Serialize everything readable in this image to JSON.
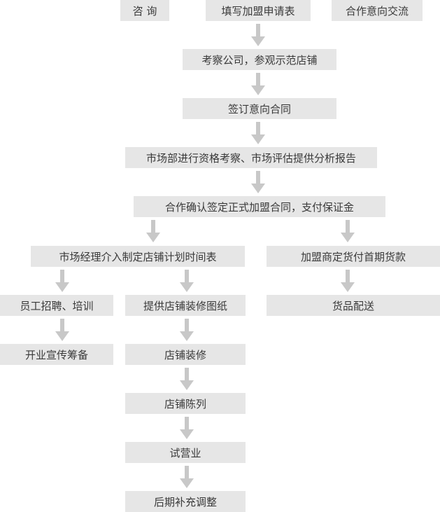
{
  "colors": {
    "box_bg": "#e6e6e6",
    "text": "#3a3a3a",
    "arrow": "#c8c8c8"
  },
  "steps": {
    "consult": "咨 询",
    "apply_form": "填写加盟申请表",
    "intent_exchange": "合作意向交流",
    "inspect": "考察公司，参观示范店铺",
    "sign_intent": "签订意向合同",
    "assessment": "市场部进行资格考察、市场评估提供分析报告",
    "formal_contract": "合作确认签定正式加盟合同，支付保证金",
    "schedule": "市场经理介入制定店铺计划时间表",
    "first_payment": "加盟商定货付首期货款",
    "recruit": "员工招聘、培训",
    "drawings": "提供店铺装修图纸",
    "delivery": "货品配送",
    "promotion": "开业宣传筹备",
    "decoration": "店铺装修",
    "display": "店铺陈列",
    "trial": "试营业",
    "adjust": "后期补充调整"
  },
  "icons": {
    "flow_arrow": "arrow-down-icon"
  }
}
